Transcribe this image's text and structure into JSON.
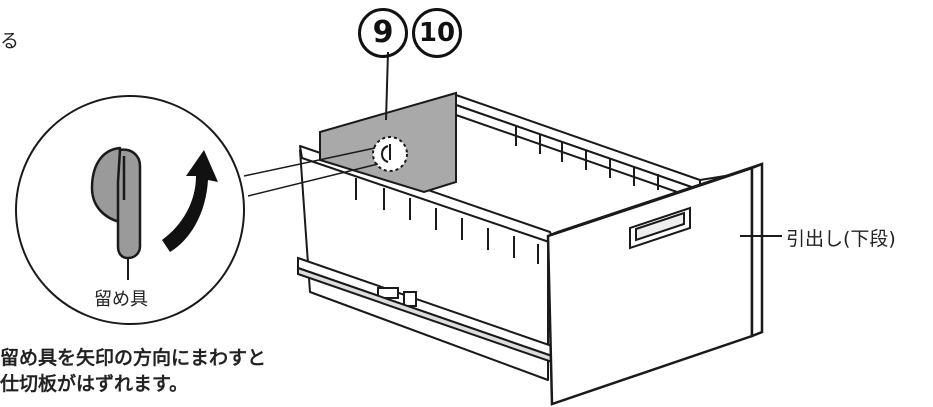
{
  "top_left_fragment": "る",
  "step_numbers": [
    "9",
    "10"
  ],
  "callout_part_label": "留め具",
  "drawer_label": "引出し(下段)",
  "instruction_lines": [
    "留め具を矢印の方向にまわすと",
    "仕切板がはずれます。"
  ],
  "colors": {
    "line": "#1a1a1a",
    "partition_fill": "#a9a9a9",
    "drawer_fill": "#ffffff",
    "clip_fill": "#9a9a9a",
    "arrow_fill": "#111111"
  }
}
